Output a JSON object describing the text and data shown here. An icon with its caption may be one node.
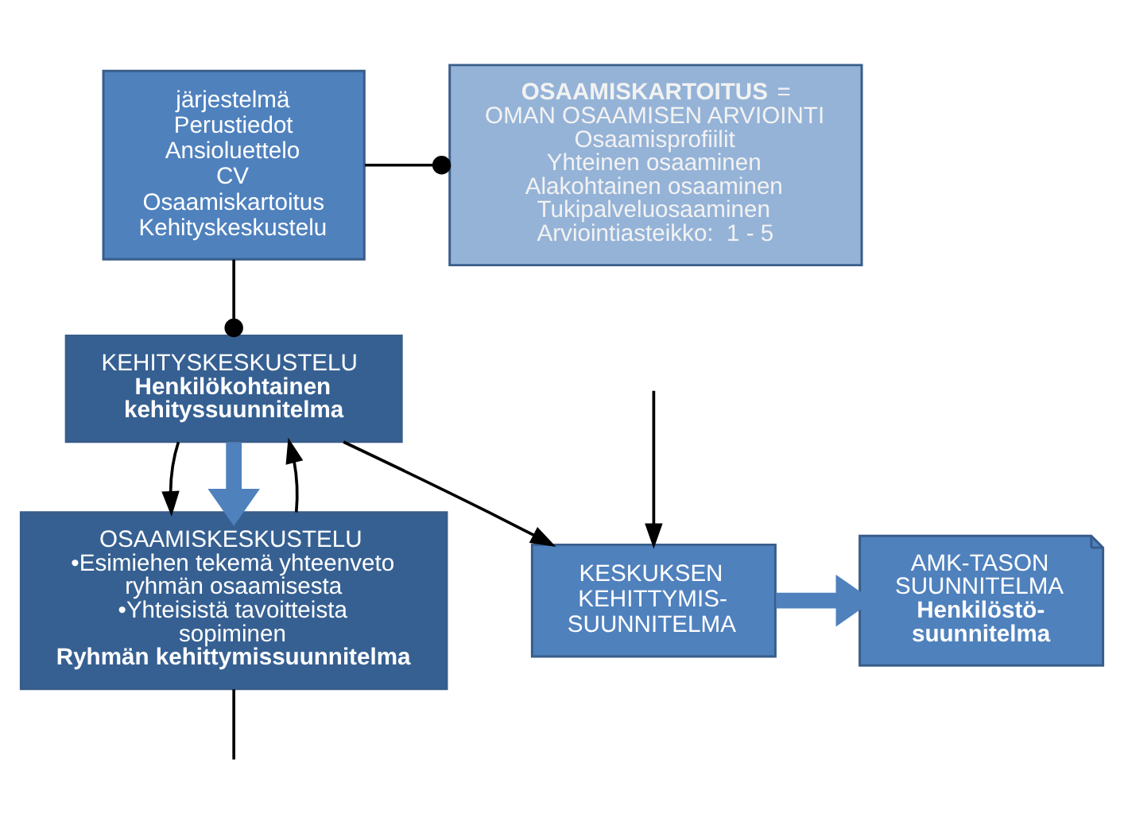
{
  "diagram": {
    "nodes": [
      {
        "text": [
          "järjestelmä",
          "Perustiedot",
          "Ansioluettelo",
          "CV",
          "Osaamiskartoitus",
          "Kehityskeskustelu"
        ]
      },
      {
        "text": [
          "**OSAAMISKARTOITUS** = OMAN OSAAMISEN ARVIOINTI",
          "Osaamisprofiilit",
          "Yhteinen osaaminen",
          "Alakohtainen osaaminen",
          "Tukipalveluosaaminen",
          "Arviointiasteikko:  1 - 5"
        ]
      },
      {
        "text": [
          "KEHITYSKESKUSTELU",
          "**Henkilökohtainen kehityssuunnitelma**"
        ]
      },
      {
        "text": [
          "OSAAMISKESKUSTELU",
          "•Esimiehen tekemä yhteenveto ryhmän osaamisesta",
          "•Yhteisistä tavoitteista sopiminen",
          "**Ryhmän kehittymissuunnitelma**"
        ]
      },
      {
        "text": [
          "KESKUKSEN KEHITTYMIS- SUUNNITELMA"
        ]
      },
      {
        "text": [
          "AMK-TASON SUUNNITELMA",
          "**Henkilöstö- suunnitelma**"
        ]
      }
    ],
    "edges": [
      {
        "from": 0,
        "to": 1,
        "arrow": "other"
      },
      {
        "from": 0,
        "to": 2,
        "arrow": "other"
      },
      {
        "from": 2,
        "to": 3,
        "arrow": "to"
      },
      {
        "from": 2,
        "to": 3,
        "arrow": "to",
        "style": "thick",
        "color": "#4f81bd"
      },
      {
        "from": 3,
        "to": 2,
        "arrow": "to"
      },
      {
        "from": 2,
        "to": 4,
        "arrow": "to"
      },
      {
        "from": 3,
        "to": null,
        "arrow": "none"
      },
      {
        "from": null,
        "to": 4,
        "arrow": "to"
      },
      {
        "from": 4,
        "to": 5,
        "arrow": "to",
        "style": "thick",
        "color": "#4f81bd"
      }
    ]
  }
}
